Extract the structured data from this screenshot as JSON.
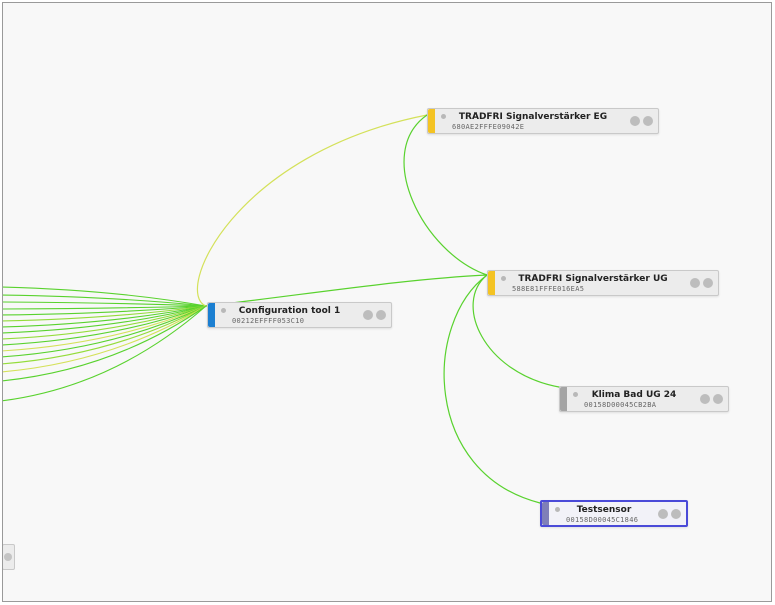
{
  "nodes": {
    "config_tool": {
      "name": "Configuration tool 1",
      "mac": "00212EFFFF053C10",
      "bar_color": "#1b7fd1",
      "role": "coordinator"
    },
    "tradfri_eg": {
      "name": "TRÅDFRI Signalverstärker EG",
      "mac": "680AE2FFFE09042E",
      "bar_color": "#f4c323",
      "role": "router"
    },
    "tradfri_ug": {
      "name": "TRÅDFRI Signalverstärker UG",
      "mac": "588E81FFFE016EA5",
      "bar_color": "#f4c323",
      "role": "router"
    },
    "klima": {
      "name": "Klima Bad UG 24",
      "mac": "00158D00045CB2BA",
      "bar_color": "#a4a4a4",
      "role": "end-device"
    },
    "testsensor": {
      "name": "Testsensor",
      "mac": "00158D00045C1846",
      "bar_color": "#7f7fb8",
      "role": "end-device",
      "selected": true
    }
  },
  "link_colors": {
    "strong": "#59d22e",
    "medium": "#94dc3a",
    "weak": "#d4e15a"
  },
  "icons": {
    "node_dot": "status-dot-icon",
    "node_buttons": [
      "circle-button-icon",
      "circle-button-icon"
    ]
  }
}
